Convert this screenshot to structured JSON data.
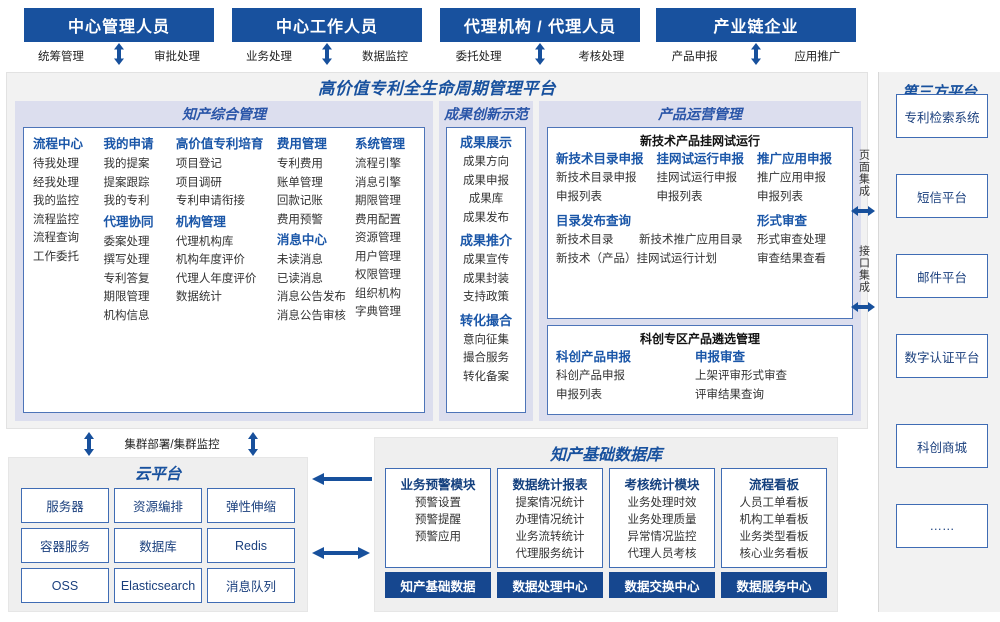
{
  "roles": [
    {
      "title": "中心管理人员",
      "left_action": "统筹管理",
      "right_action": "审批处理"
    },
    {
      "title": "中心工作人员",
      "left_action": "业务处理",
      "right_action": "数据监控"
    },
    {
      "title": "代理机构 / 代理人员",
      "left_action": "委托处理",
      "right_action": "考核处理"
    },
    {
      "title": "产业链企业",
      "left_action": "产品申报",
      "right_action": "应用推广"
    }
  ],
  "platform": {
    "title": "高价值专利全生命周期管理平台",
    "groups": {
      "ip_management": {
        "title": "知产综合管理",
        "columns": [
          {
            "sections": [
              {
                "head": "流程中心",
                "items": [
                  "待我处理",
                  "经我处理",
                  "我的监控",
                  "流程监控",
                  "流程查询",
                  "工作委托"
                ]
              }
            ]
          },
          {
            "sections": [
              {
                "head": "我的申请",
                "items": [
                  "我的提案",
                  "提案跟踪",
                  "我的专利"
                ]
              },
              {
                "head": "代理协同",
                "items": [
                  "委案处理",
                  "撰写处理",
                  "专利答复",
                  "期限管理",
                  "机构信息"
                ]
              }
            ]
          },
          {
            "sections": [
              {
                "head": "高价值专利培育",
                "items": [
                  "项目登记",
                  "项目调研",
                  "专利申请衔接"
                ]
              },
              {
                "head": "机构管理",
                "items": [
                  "代理机构库",
                  "机构年度评价",
                  "代理人年度评价",
                  "数据统计"
                ]
              }
            ]
          },
          {
            "sections": [
              {
                "head": "费用管理",
                "items": [
                  "专利费用",
                  "账单管理",
                  "回款记账",
                  "费用预警"
                ]
              },
              {
                "head": "消息中心",
                "items": [
                  "未读消息",
                  "已读消息",
                  "消息公告发布",
                  "消息公告审核"
                ]
              }
            ]
          },
          {
            "sections": [
              {
                "head": "系统管理",
                "items": [
                  "流程引擎",
                  "消息引擎",
                  "期限管理",
                  "费用配置",
                  "资源管理",
                  "用户管理",
                  "权限管理",
                  "组织机构",
                  "字典管理"
                ]
              }
            ]
          }
        ]
      },
      "achievement": {
        "title": "成果创新示范",
        "sections": [
          {
            "head": "成果展示",
            "items": [
              "成果方向",
              "成果申报",
              "成果库",
              "成果发布"
            ]
          },
          {
            "head": "成果推介",
            "items": [
              "成果宣传",
              "成果封装",
              "支持政策"
            ]
          },
          {
            "head": "转化撮合",
            "items": [
              "意向征集",
              "撮合服务",
              "转化备案"
            ]
          }
        ]
      },
      "product_ops": {
        "title": "产品运营管理",
        "cards": [
          {
            "title": "新技术产品挂网试运行",
            "row1": [
              {
                "head": "新技术目录申报",
                "items": [
                  "新技术目录申报",
                  "申报列表"
                ]
              },
              {
                "head": "挂网试运行申报",
                "items": [
                  "挂网试运行申报",
                  "申报列表"
                ]
              },
              {
                "head": "推广应用申报",
                "items": [
                  "推广应用申报",
                  "申报列表"
                ]
              }
            ],
            "row2": [
              {
                "head": "目录发布查询",
                "items": [
                  "新技术目录        新技术推广应用目录",
                  "新技术（产品）挂网试运行计划"
                ]
              },
              {
                "head": "形式审查",
                "items": [
                  "形式审查处理",
                  "审查结果查看"
                ]
              }
            ]
          },
          {
            "title": "科创专区产品遴选管理",
            "row1": [
              {
                "head": "科创产品申报",
                "items": [
                  "科创产品申报",
                  "申报列表"
                ]
              },
              {
                "head": "申报审查",
                "items": [
                  "上架评审形式审查",
                  "评审结果查询"
                ]
              }
            ]
          }
        ]
      }
    }
  },
  "integration": {
    "page_integration": "页面集成",
    "api_integration": "接口集成"
  },
  "third_party": {
    "title": "第三方平台",
    "items": [
      "专利检索系统",
      "短信平台",
      "邮件平台",
      "数字认证平台",
      "科创商城",
      "……"
    ]
  },
  "cloud": {
    "connector_label": "集群部署/集群监控",
    "title": "云平台",
    "cells": [
      "服务器",
      "资源编排",
      "弹性伸缩",
      "容器服务",
      "数据库",
      "Redis",
      "OSS",
      "Elasticsearch",
      "消息队列"
    ]
  },
  "database": {
    "title": "知产基础数据库",
    "cards": [
      {
        "head": "业务预警模块",
        "items": [
          "预警设置",
          "预警提醒",
          "预警应用"
        ],
        "footer": "知产基础数据"
      },
      {
        "head": "数据统计报表",
        "items": [
          "提案情况统计",
          "办理情况统计",
          "业务流转统计",
          "代理服务统计"
        ],
        "footer": "数据处理中心"
      },
      {
        "head": "考核统计模块",
        "items": [
          "业务处理时效",
          "业务处理质量",
          "异常情况监控",
          "代理人员考核"
        ],
        "footer": "数据交换中心"
      },
      {
        "head": "流程看板",
        "items": [
          "人员工单看板",
          "机构工单看板",
          "业务类型看板",
          "核心业务看板"
        ],
        "footer": "数据服务中心"
      }
    ]
  },
  "colors": {
    "header_blue": "#18519e",
    "accent_blue": "#1a56a8",
    "panel_tint": "#dcdeee",
    "card_border": "#4d74b8"
  }
}
